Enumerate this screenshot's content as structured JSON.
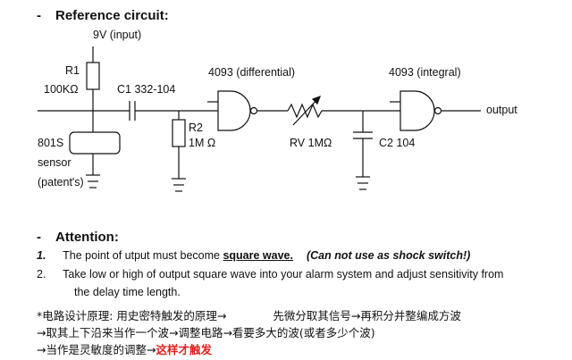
{
  "heading": {
    "dash": "-",
    "title": "Reference circuit:"
  },
  "circuit": {
    "input_label": "9V (input)",
    "r1_name": "R1",
    "r1_value": "100KΩ",
    "c1_label": "C1 332-104",
    "gate1_label": "4093 (differential)",
    "gate2_label": "4093 (integral)",
    "output_label": "output",
    "r2_name": "R2",
    "r2_value": "1M Ω",
    "rv_label": "RV 1MΩ",
    "c2_label": "C2 104",
    "sensor_name": "801S",
    "sensor_line2": "sensor",
    "sensor_line3": "(patent's)"
  },
  "attention": {
    "dash": "-",
    "title": "Attention:",
    "item1_num": "1.",
    "item1_text": "The point of utput must become",
    "item1_emph": "square wave.",
    "item1_note": "(Can not use as shock switch!)",
    "item2_num": "2.",
    "item2_text": "Take low or high of output square wave into your alarm system and adjust sensitivity from",
    "item2_text2": "the delay time length."
  },
  "chinese": {
    "line1_a": "*电路设计原理: 用史密特触发的原理→",
    "line1_b": "先微分取其信号→再积分并整编成方波",
    "line2": "→取其上下沿来当作一个波→调整电路→看要多大的波(或者多少个波)",
    "line3_a": "→当作是灵敏度的调整→",
    "line3_red": "这样才触发"
  },
  "colors": {
    "ink": "#111111",
    "red": "#e0201c"
  }
}
